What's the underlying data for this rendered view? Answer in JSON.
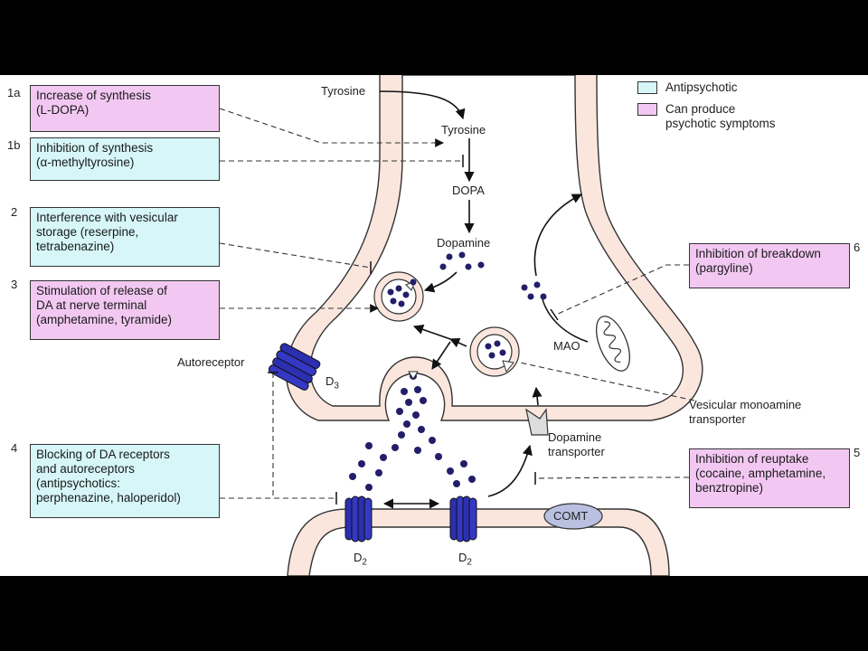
{
  "legend": {
    "antipsychotic": "Antipsychotic",
    "psychotic": "Can produce\npsychotic symptoms",
    "colors": {
      "antipsychotic": "#d6f6f8",
      "psychotic": "#f2c8f2"
    }
  },
  "steps": [
    {
      "num": "1a",
      "text": "Increase of synthesis\n(L-DOPA)",
      "kind": "psychotic"
    },
    {
      "num": "1b",
      "text": "Inhibition of synthesis\n(α-methyltyrosine)",
      "kind": "antipsychotic"
    },
    {
      "num": "2",
      "text": "Interference with vesicular\nstorage (reserpine,\ntetrabenazine)",
      "kind": "antipsychotic"
    },
    {
      "num": "3",
      "text": "Stimulation of release of\nDA at nerve terminal\n(amphetamine, tyramide)",
      "kind": "psychotic"
    },
    {
      "num": "4",
      "text": "Blocking of DA receptors\nand autoreceptors\n(antipsychotics:\nperphenazine, haloperidol)",
      "kind": "antipsychotic"
    },
    {
      "num": "6",
      "text": "Inhibition of breakdown\n(pargyline)",
      "kind": "psychotic"
    },
    {
      "num": "5",
      "text": "Inhibition of reuptake\n(cocaine, amphetamine,\nbenztropine)",
      "kind": "psychotic"
    }
  ],
  "labels": {
    "tyrosine_in": "Tyrosine",
    "tyrosine": "Tyrosine",
    "dopa": "DOPA",
    "dopamine": "Dopamine",
    "mao": "MAO",
    "autoreceptor": "Autoreceptor",
    "d3": "D",
    "d3_sub": "3",
    "vmat": "Vesicular monoamine\ntransporter",
    "dat": "Dopamine\ntransporter",
    "comt": "COMT",
    "d2_left": "D",
    "d2_left_sub": "2",
    "d2_right": "D",
    "d2_right_sub": "2"
  }
}
